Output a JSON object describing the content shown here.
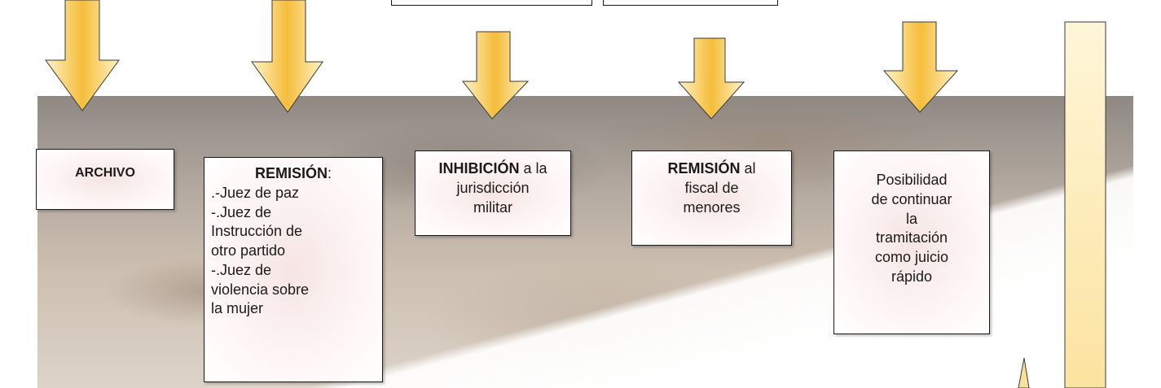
{
  "boxes": {
    "archivo": {
      "title": "ARCHIVO"
    },
    "remision_juez": {
      "title": "REMISIÓN",
      "suffix": ":",
      "lines": [
        ".-Juez de paz",
        "-.Juez de",
        "Instrucción de",
        "otro partido",
        "-.Juez de",
        "violencia sobre",
        "la mujer"
      ]
    },
    "inhibicion": {
      "title": "INHIBICIÓN",
      "rest_line1": " a la",
      "line2": "jurisdicción",
      "line3": "militar"
    },
    "remision_fiscal": {
      "title": "REMISIÓN",
      "rest_line1": " al",
      "line2": "fiscal de",
      "line3": "menores"
    },
    "juicio_rapido": {
      "lines": [
        "Posibilidad",
        "de continuar",
        "la",
        "tramitación",
        "como juicio",
        "rápido"
      ]
    }
  },
  "colors": {
    "arrow_light": "#fff2c4",
    "arrow_dark": "#f5c040",
    "box_border": "#1a1a1a"
  }
}
